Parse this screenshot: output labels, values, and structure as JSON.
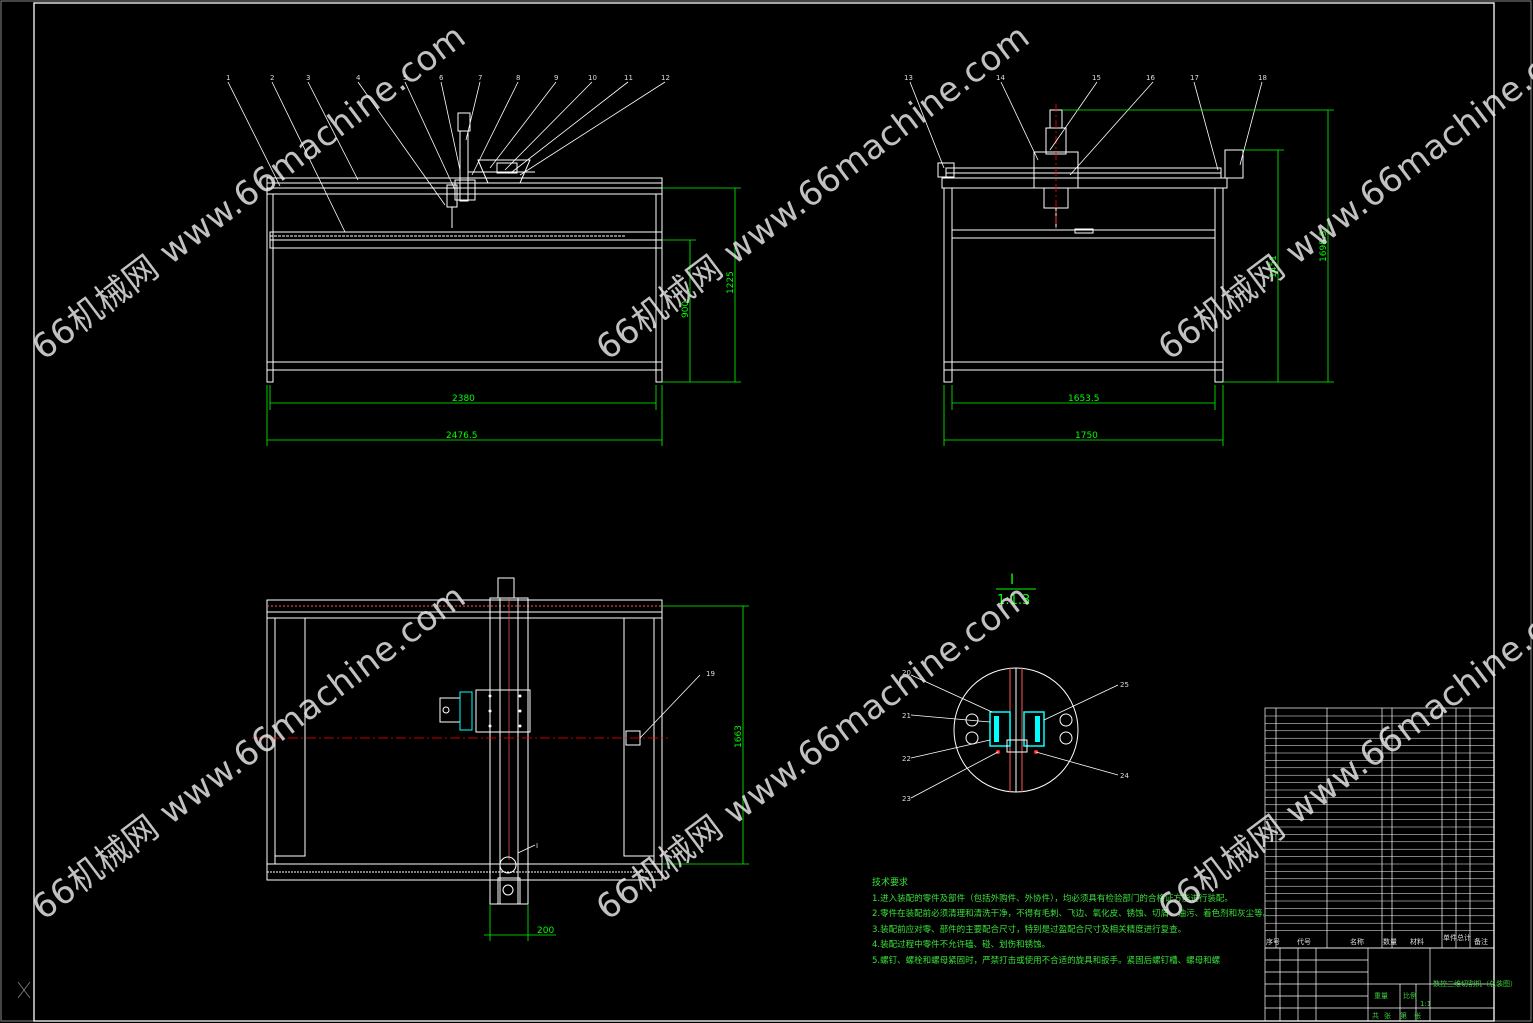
{
  "drawing": {
    "front_view": {
      "part_numbers": [
        "1",
        "2",
        "3",
        "4",
        "5",
        "6",
        "7",
        "8",
        "9",
        "10",
        "11",
        "12"
      ],
      "dims": {
        "inner_width": "2380",
        "overall_width": "2476.5",
        "table_height": "900",
        "overall_height": "1225"
      }
    },
    "side_view": {
      "part_numbers": [
        "13",
        "14",
        "15",
        "16",
        "17",
        "18"
      ],
      "dims": {
        "inner_width": "1653.5",
        "overall_width": "1750",
        "height_a": "1451",
        "height_b": "1695.5"
      }
    },
    "top_view": {
      "part_numbers": [
        "19"
      ],
      "dims": {
        "depth": "1663",
        "offset": "200"
      },
      "detail_marker": "I"
    },
    "detail_view": {
      "title": "I",
      "scale": "1:1.3",
      "part_numbers": [
        "20",
        "21",
        "22",
        "23",
        "25",
        "24"
      ]
    },
    "tech_requirements": {
      "heading": "技术要求",
      "items": [
        "1.进入装配的零件及部件（包括外购件、外协件），均必须具有检验部门的合格证方能进行装配。",
        "2.零件在装配前必须清理和清洗干净，不得有毛刺、飞边、氧化皮、锈蚀、切屑、油污、着色剂和灰尘等。",
        "3.装配前应对零、部件的主要配合尺寸，特别是过盈配合尺寸及相关精度进行复查。",
        "4.装配过程中零件不允许磕、碰、划伤和锈蚀。",
        "5.螺钉、螺栓和螺母紧固时，严禁打击或使用不合适的旋具和扳手。紧固后螺钉槽、螺母和螺"
      ]
    },
    "title_block": {
      "col_headers": [
        "序号",
        "代号",
        "名称",
        "数量",
        "材料",
        "单件",
        "总计",
        "备注"
      ],
      "weight_label": "重量",
      "drawing_name": "数控三维切割机（总装图）",
      "scale_label": "比例",
      "scale_value": "1:1",
      "sheet_labels": [
        "共",
        "张",
        "第",
        "张"
      ]
    },
    "watermark": "66机械网 www.66machine.com"
  },
  "colors": {
    "background": "#000000",
    "lines": "#ffffff",
    "dimensions": "#00ff00",
    "leaders": "#ffffff",
    "centerline": "#ff0000",
    "parts": "#00ffff",
    "text_green": "#39e039"
  }
}
